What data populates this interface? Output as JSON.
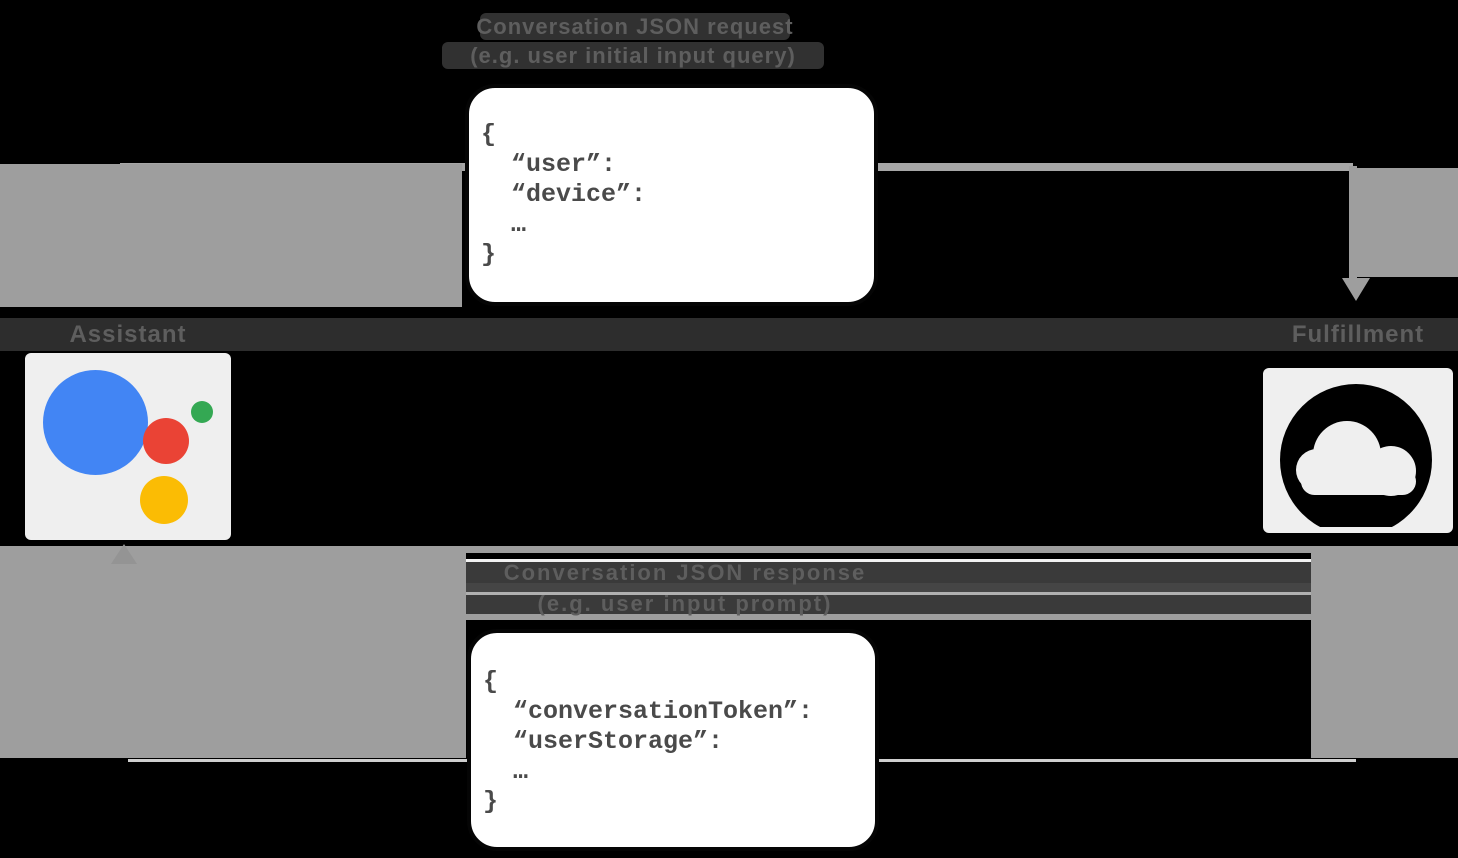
{
  "diagram": {
    "request": {
      "label_line1": "Conversation JSON request",
      "label_line2": "(e.g. user initial input query)",
      "code": {
        "l1": "{",
        "l2": "  “user”:",
        "l3": "  “device”:",
        "l4": "  …",
        "l5": "}"
      }
    },
    "response": {
      "label_line1": "Conversation JSON response",
      "label_line2": "(e.g. user input prompt)",
      "code": {
        "l1": "{",
        "l2": "  “conversationToken”:",
        "l3": "  “userStorage”:",
        "l4": "  …",
        "l5": "}"
      }
    },
    "nodes": {
      "assistant_label": "Assistant",
      "fulfillment_label": "Fulfillment"
    },
    "icons": {
      "assistant": "google-assistant-logo",
      "fulfillment": "cloud-icon"
    },
    "colors": {
      "assistant_blue": "#4285f4",
      "assistant_red": "#ea4335",
      "assistant_green": "#34a853",
      "assistant_yellow": "#fbbc04",
      "arrow_gray": "#9e9e9e",
      "code_text_gray": "#4a4a4a",
      "box_background": "#ffffff",
      "panel_background": "#efefef"
    }
  }
}
